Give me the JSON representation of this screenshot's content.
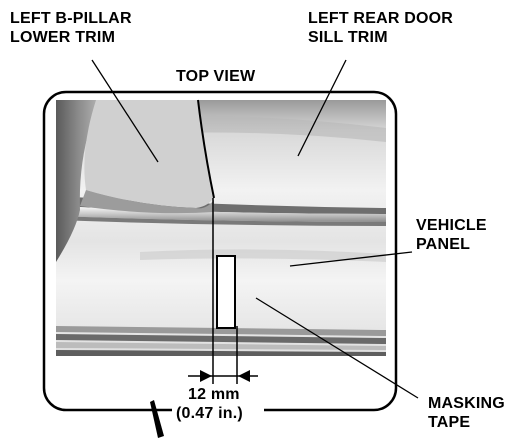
{
  "labels": {
    "b_pillar": [
      "LEFT B-PILLAR",
      "LOWER TRIM"
    ],
    "door_sill": [
      "LEFT REAR DOOR",
      "SILL TRIM"
    ],
    "view": "TOP VIEW",
    "vehicle_panel": [
      "VEHICLE",
      "PANEL"
    ],
    "masking_tape": [
      "MASKING",
      "TAPE"
    ],
    "dimension_mm": "12 mm",
    "dimension_in": "(0.47 in.)"
  }
}
